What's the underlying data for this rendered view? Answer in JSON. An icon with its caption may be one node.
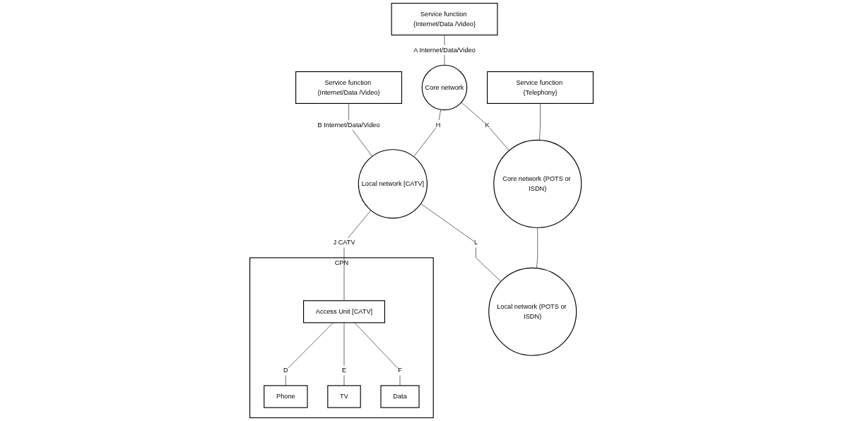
{
  "diagram": {
    "nodes": [
      {
        "text": [
          "Service function {Internet/Data /Video}"
        ]
      },
      {
        "text": [
          "Service function {Internet/Data /Video}"
        ]
      },
      {
        "text": [
          "Core network"
        ]
      },
      {
        "text": [
          "Local network [CATV]"
        ]
      },
      {
        "text": [
          "CPN"
        ]
      },
      {
        "text": [
          "Access Unit [CATV]"
        ],
        "in": 4
      },
      {
        "text": [
          "Phone"
        ],
        "in": 4
      },
      {
        "text": [
          "TV"
        ],
        "in": 4
      },
      {
        "text": [
          "Data"
        ],
        "in": 4
      },
      {
        "text": [
          "Core network (POTS or ISDN)"
        ]
      },
      {
        "text": [
          "Local network (POTS or ISDN)"
        ]
      },
      {
        "text": [
          "Service function {Telephony}"
        ]
      }
    ],
    "edges": [
      {
        "from": 0,
        "to": 2,
        "arrow": "none",
        "label": "A Internet/Data/Video"
      },
      {
        "from": 1,
        "to": 3,
        "arrow": "none",
        "label": "B Internet/Data/Video"
      },
      {
        "from": 2,
        "to": 3,
        "arrow": "none",
        "label": "H"
      },
      {
        "from": 3,
        "to": 5,
        "arrow": "none",
        "label": "J CATV"
      },
      {
        "from": 5,
        "to": 6,
        "arrow": "none",
        "label": "D"
      },
      {
        "from": 5,
        "to": 7,
        "arrow": "none",
        "label": "E"
      },
      {
        "from": 5,
        "to": 8,
        "arrow": "none",
        "label": "F"
      },
      {
        "from": 2,
        "to": 9,
        "arrow": "none",
        "label": "K"
      },
      {
        "from": 3,
        "to": 10,
        "arrow": "none",
        "label": "L"
      },
      {
        "from": 11,
        "to": 9,
        "arrow": "none"
      },
      {
        "from": 9,
        "to": 10,
        "arrow": "none"
      }
    ]
  }
}
